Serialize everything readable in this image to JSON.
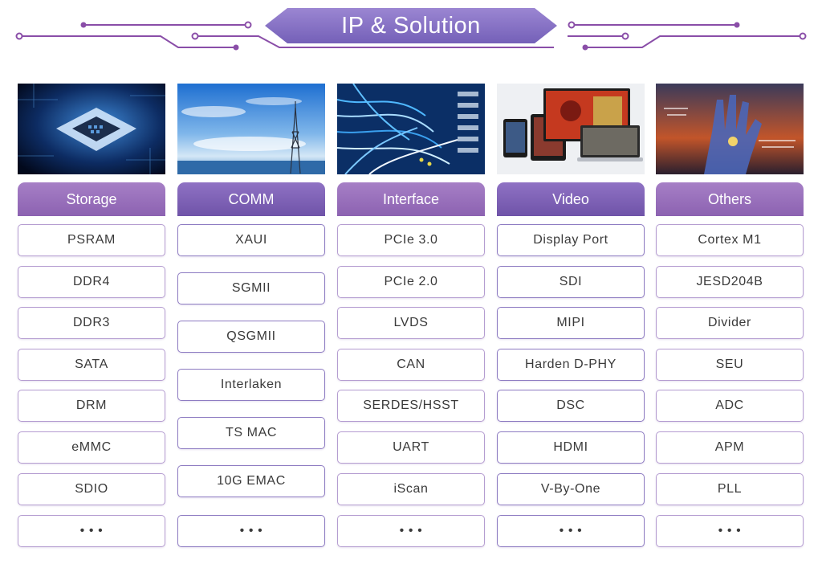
{
  "title": "IP & Solution",
  "colors": {
    "title_bg": "#8a72c6",
    "circuit": "#8a4ea8",
    "category_light": "#9a70bd",
    "category_dark": "#7a5cb2",
    "item_border": "#b59dd1"
  },
  "columns": [
    {
      "category": "Storage",
      "image_icon": "chip-photo",
      "items": [
        "PSRAM",
        "DDR4",
        "DDR3",
        "SATA",
        "DRM",
        "eMMC",
        "SDIO",
        "• • •"
      ]
    },
    {
      "category": "COMM",
      "image_icon": "tower-photo",
      "items": [
        "XAUI",
        "SGMII",
        "QSGMII",
        "Interlaken",
        "TS MAC",
        "10G EMAC",
        "• • •"
      ]
    },
    {
      "category": "Interface",
      "image_icon": "cables-photo",
      "items": [
        "PCIe 3.0",
        "PCIe 2.0",
        "LVDS",
        "CAN",
        "SERDES/HSST",
        "UART",
        "iScan",
        "• • •"
      ]
    },
    {
      "category": "Video",
      "image_icon": "devices-photo",
      "items": [
        "Display Port",
        "SDI",
        "MIPI",
        "Harden D-PHY",
        "DSC",
        "HDMI",
        "V-By-One",
        "• • •"
      ]
    },
    {
      "category": "Others",
      "image_icon": "robot-hand-photo",
      "items": [
        "Cortex M1",
        "JESD204B",
        "Divider",
        "SEU",
        "ADC",
        "APM",
        "PLL",
        "• • •"
      ]
    }
  ]
}
